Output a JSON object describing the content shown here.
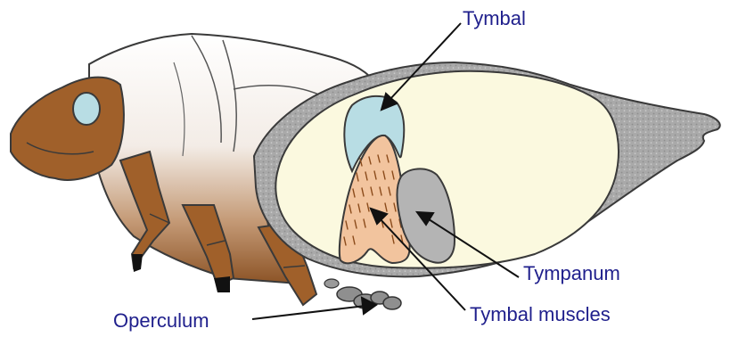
{
  "labels": {
    "tymbal": "Tymbal",
    "tympanum": "Tympanum",
    "tymbal_muscles": "Tymbal muscles",
    "operculum": "Operculum"
  },
  "colors": {
    "label_text": "#1f1f8c",
    "body_brown": "#a0602a",
    "outline": "#3a3a3a",
    "cavity_fill": "#fbf9df",
    "abdomen_wall": "#a8a8a8",
    "tymbal_fill": "#b8dde4",
    "muscle_fill": "#f2c49e",
    "tympanum_fill": "#b4b4b4"
  }
}
